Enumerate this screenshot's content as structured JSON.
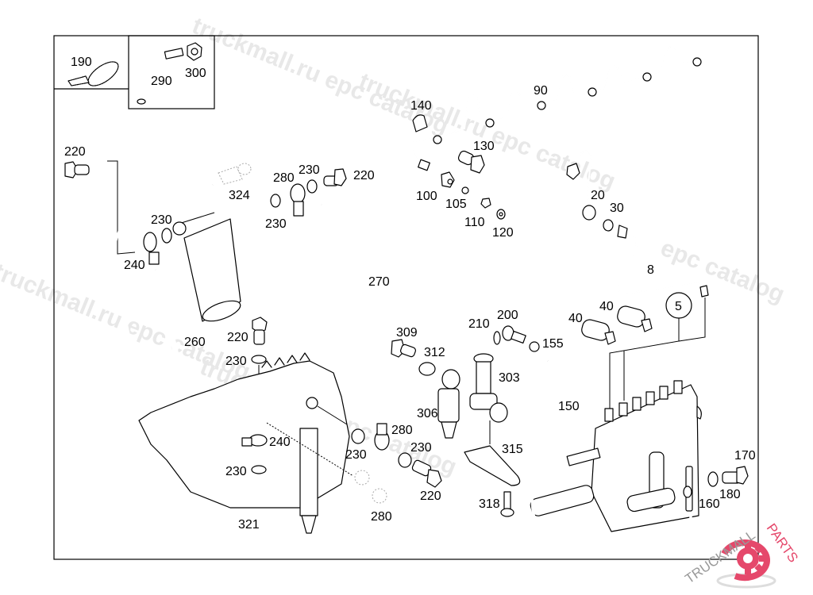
{
  "diagram": {
    "title": "Fuel injection pump, fuel lines and filter - exploded view",
    "callouts": {
      "c190": "190",
      "c290": "290",
      "c300": "300",
      "c90": "90",
      "c140": "140",
      "c130": "130",
      "c100": "100",
      "c105": "105",
      "c110": "110",
      "c120": "120",
      "c20": "20",
      "c30": "30",
      "c8": "8",
      "c40a": "40",
      "c40b": "40",
      "c5": "5",
      "c220a": "220",
      "c324": "324",
      "c280a": "280",
      "c230a": "230",
      "c220b": "220",
      "c230b": "230",
      "c230c": "230",
      "c240a": "240",
      "c270": "270",
      "c220c": "220",
      "c230d": "230",
      "c260": "260",
      "c309": "309",
      "c312": "312",
      "c210": "210",
      "c200": "200",
      "c155": "155",
      "c303": "303",
      "c306": "306",
      "c150": "150",
      "c315": "315",
      "c280b": "280",
      "c230e": "230",
      "c220d": "220",
      "c318": "318",
      "c240b": "240",
      "c230f": "230",
      "c230g": "230",
      "c280c": "280",
      "c321": "321",
      "c170": "170",
      "c180": "180",
      "c160": "160"
    }
  },
  "watermarks": {
    "w1": "truckmall.ru epc catalog",
    "w2": "truckmall.ru epc catalog",
    "w3": "truckmall.ru epc catalog",
    "w4": "epc catalog",
    "w5": "truckmall.ru epc catalog"
  },
  "logo": {
    "text_dark": "TRUCKMALL",
    "text_accent": "PARTS",
    "accent_color": "#e5486b"
  }
}
